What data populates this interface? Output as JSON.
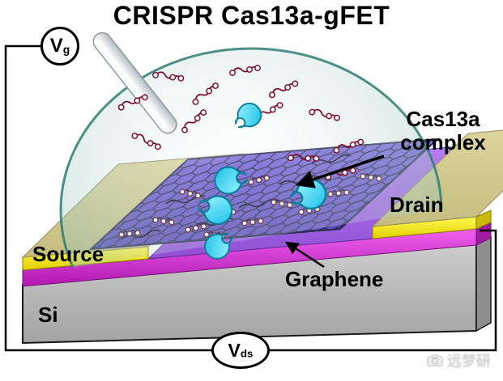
{
  "title": "CRISPR Cas13a-gFET",
  "voltage_sources": {
    "gate": {
      "symbol": "V",
      "subscript": "g"
    },
    "drain_source": {
      "symbol": "V",
      "subscript": "ds"
    }
  },
  "labels": {
    "cas13a_line1": "Cas13a",
    "cas13a_line2": "complex",
    "drain": "Drain",
    "source": "Source",
    "graphene": "Graphene",
    "substrate": "Si"
  },
  "watermark": "远梦研",
  "icons": {
    "watermark_icon": "camera-icon",
    "annotation_arrows": "arrow-icon"
  },
  "colors": {
    "background": "#ffffff",
    "ink": "#000000",
    "si_gray": "#bcbcbc",
    "oxide_magenta": "#d42bd4",
    "metal_gold": "#f4e50c",
    "pad_tan": "#cfc78e",
    "substrate_purple": "#a06ae0",
    "graphene_purple": "#6c5ccf",
    "hexagon_ink": "#23233f",
    "droplet_teal": "#3f8f85",
    "probe_gray": "#dfe4e8",
    "cas13a_cyan": "#3fdef2",
    "rna_red": "#7a1030",
    "watermark_gray": "#d9d9d9"
  }
}
